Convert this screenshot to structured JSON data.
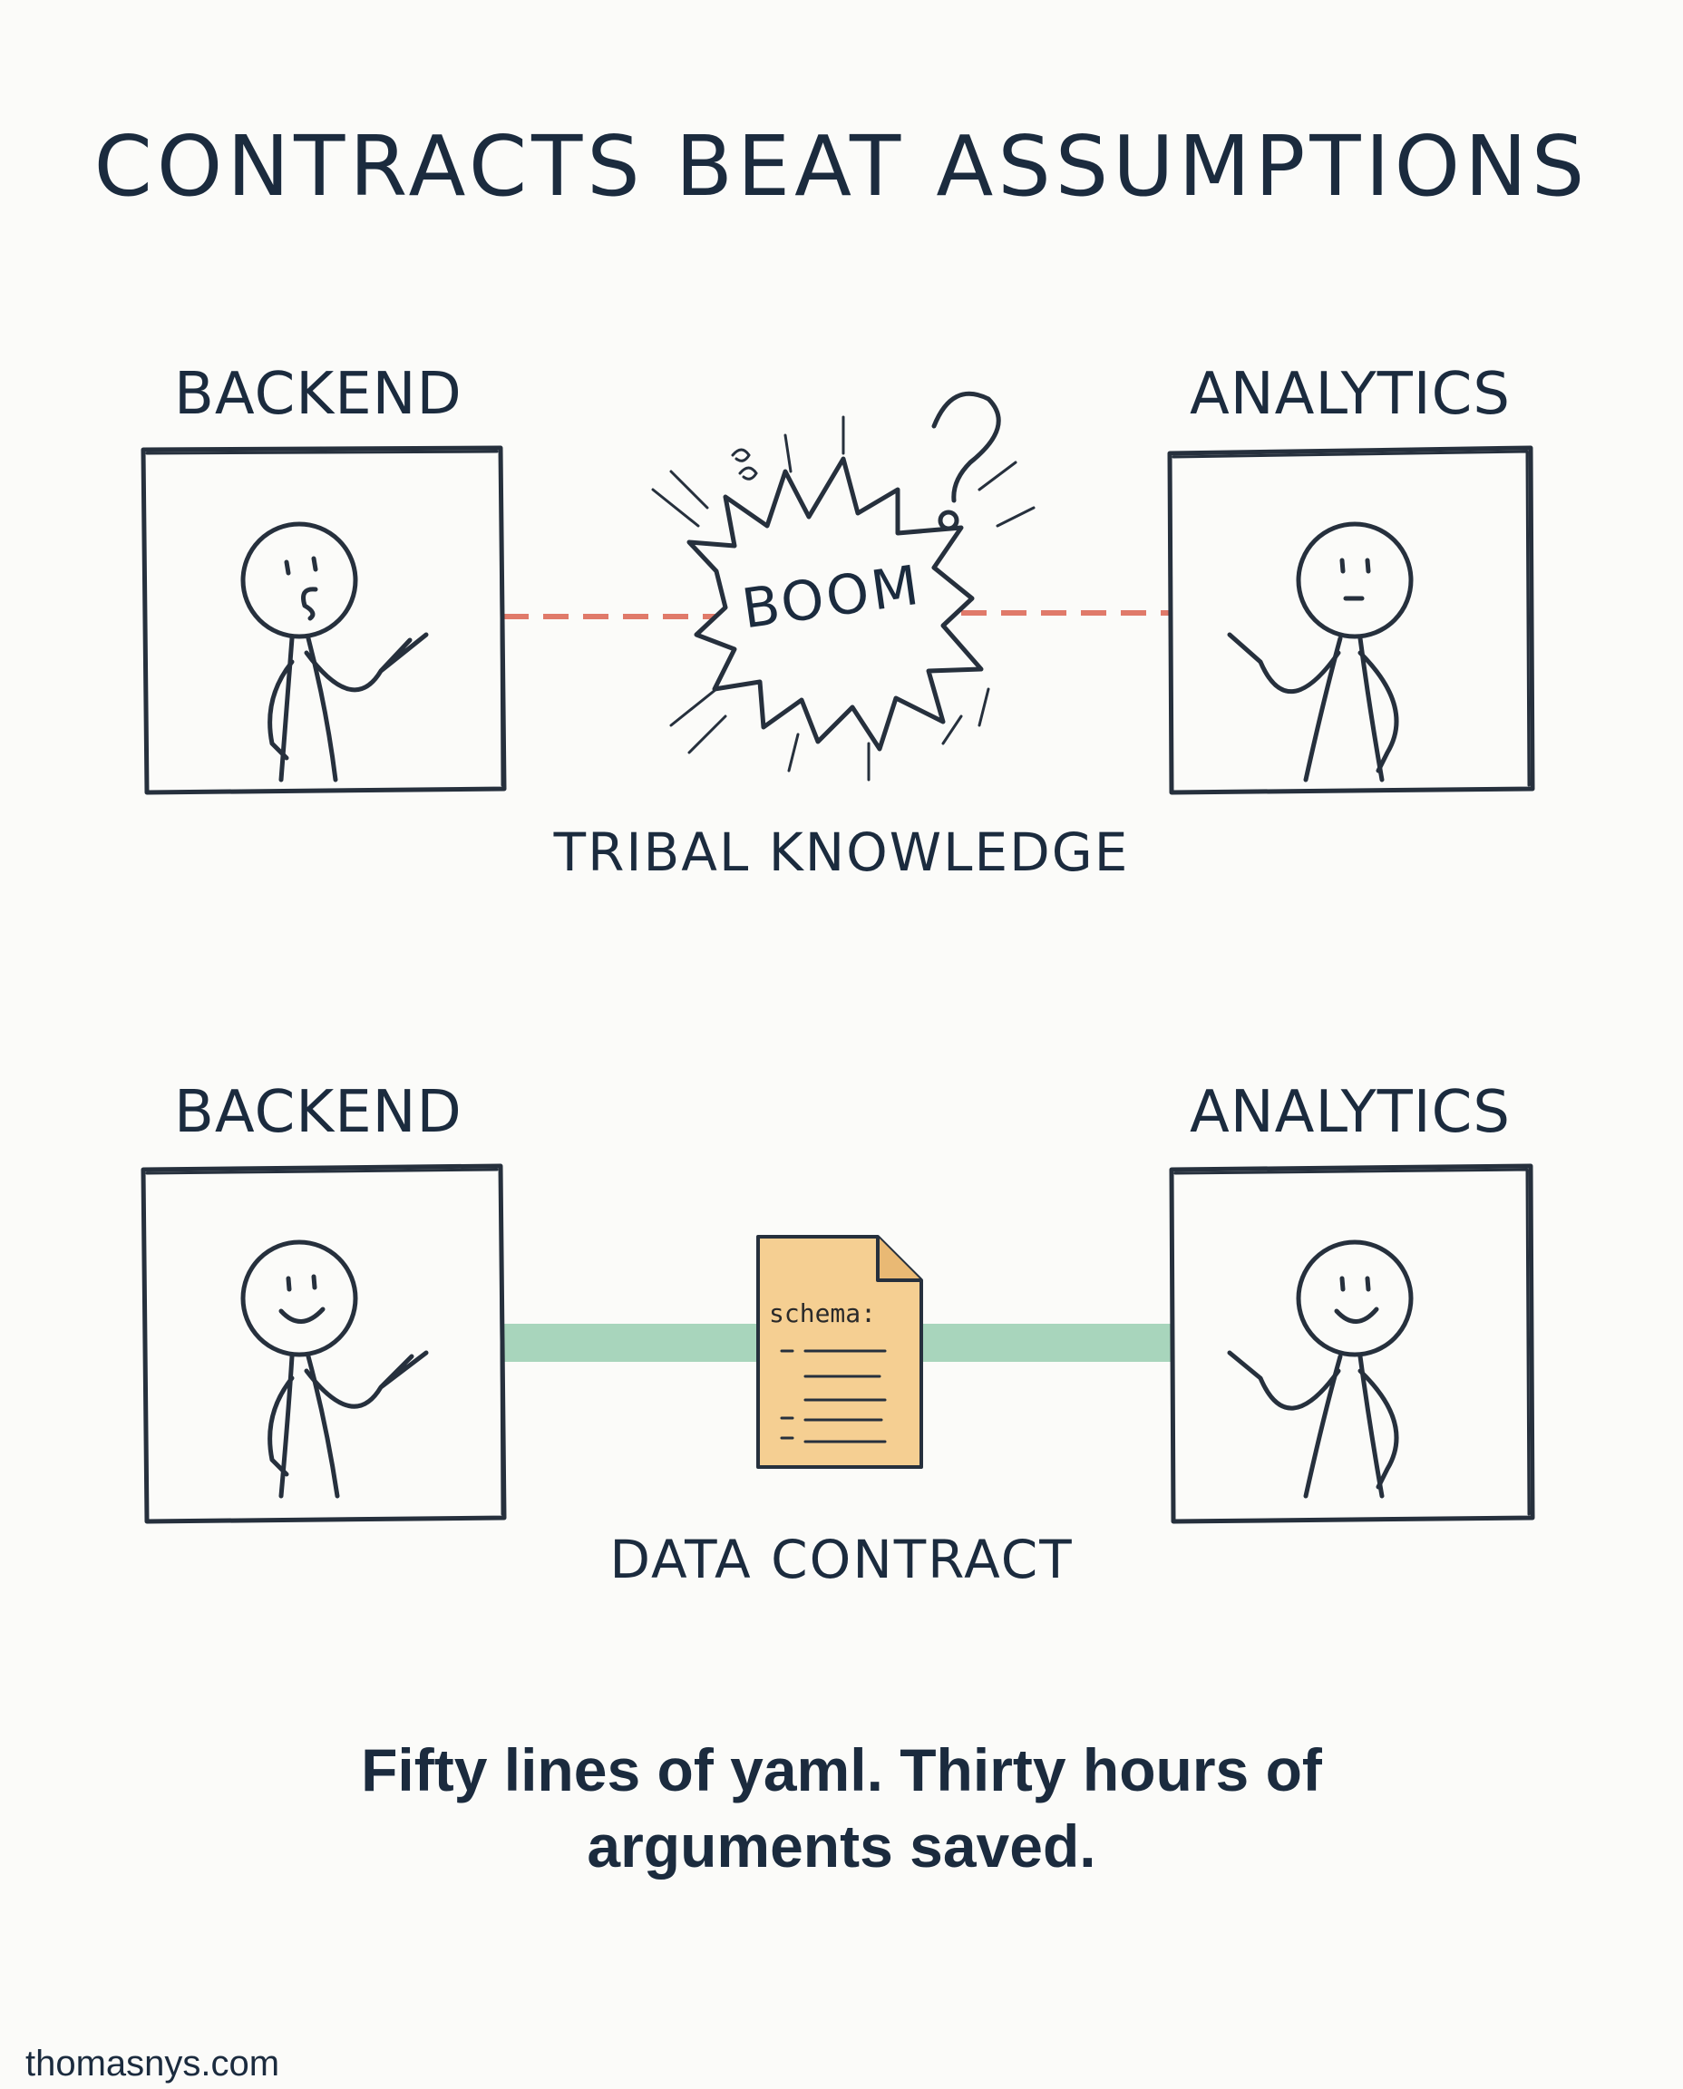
{
  "title": "CONTRACTS BEAT ASSUMPTIONS",
  "top_panel": {
    "left_label": "BACKEND",
    "right_label": "ANALYTICS",
    "burst_text": "BOOM",
    "caption": "TRIBAL KNOWLEDGE",
    "connector_color": "#e07a6a"
  },
  "bottom_panel": {
    "left_label": "BACKEND",
    "right_label": "ANALYTICS",
    "document_text": "schema:",
    "caption": "DATA CONTRACT",
    "connector_color": "#a8d5bc",
    "document_color": "#f5cf92"
  },
  "tagline": "Fifty lines of yaml. Thirty hours of arguments saved.",
  "footer": "thomasnys.com"
}
